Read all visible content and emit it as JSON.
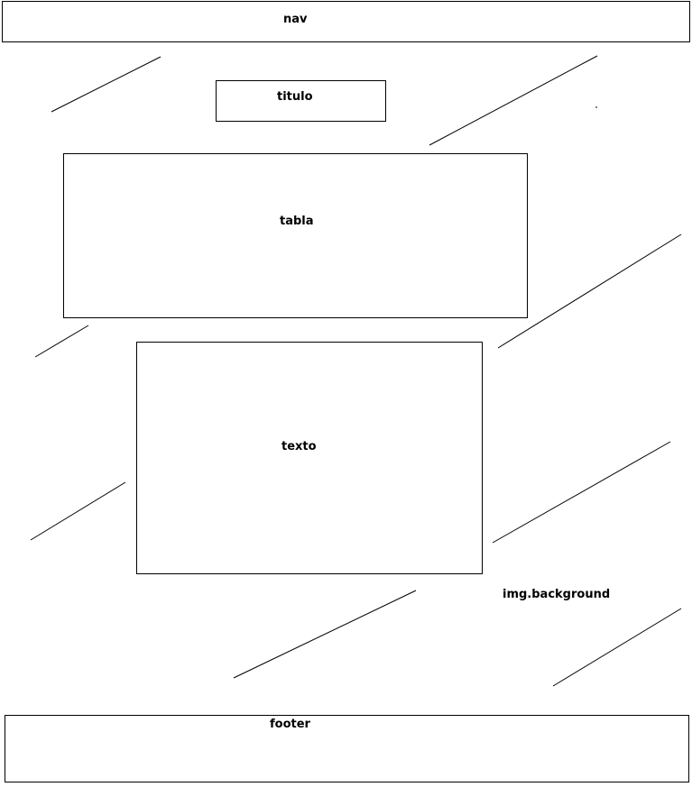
{
  "diagram": {
    "nav": {
      "label": "nav"
    },
    "titulo": {
      "label": "titulo"
    },
    "tabla": {
      "label": "tabla"
    },
    "texto": {
      "label": "texto"
    },
    "background": {
      "label": "img.background"
    },
    "footer": {
      "label": "footer"
    }
  },
  "colors": {
    "stroke": "#000000",
    "background": "#ffffff"
  }
}
